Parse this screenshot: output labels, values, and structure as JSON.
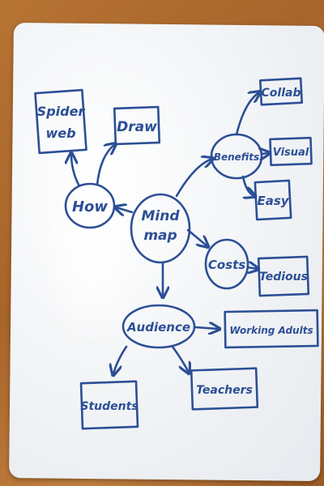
{
  "mindmap": {
    "center": [
      "Mind",
      "map"
    ],
    "how": "How",
    "spider": [
      "Spider",
      "web"
    ],
    "draw": "Draw",
    "benefits": "Benefits",
    "collab": "Collab",
    "visual": "Visual",
    "easy": "Easy",
    "costs": "Costs",
    "tedious": "Tedious",
    "audience": "Audience",
    "working_adults": "Working Adults",
    "students": "Students",
    "teachers": "Teachers"
  },
  "colors": {
    "ink": "#2c4f95",
    "board": "#f3f5f7",
    "table": "#b77434"
  }
}
